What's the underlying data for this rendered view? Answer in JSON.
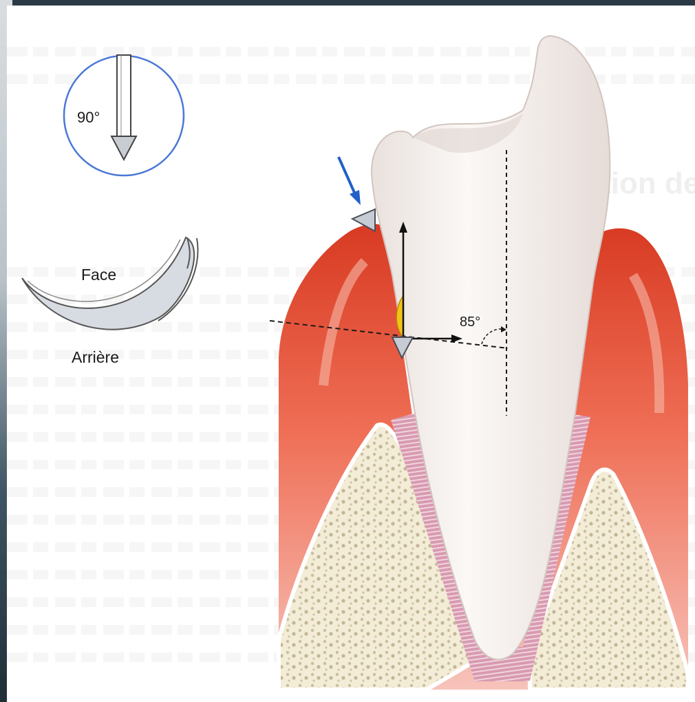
{
  "ghost_heading": "...umentation des règles ...odontale",
  "labels": {
    "angle_90": "90°",
    "face": "Face",
    "arriere": "Arrière",
    "angle_85": "85°"
  },
  "colors": {
    "circle_stroke": "#4a78d6",
    "arrow_blue": "#2060c8",
    "gum": "#e8735e",
    "bone": "#f3ecd6",
    "ligament": "#d9a3b6",
    "angle_fill": "#f2c21a",
    "tooth": "#f6f1ee"
  },
  "icons": [
    "downward-arrow-icon",
    "curved-blade-icon",
    "pointer-arrow-icon"
  ]
}
